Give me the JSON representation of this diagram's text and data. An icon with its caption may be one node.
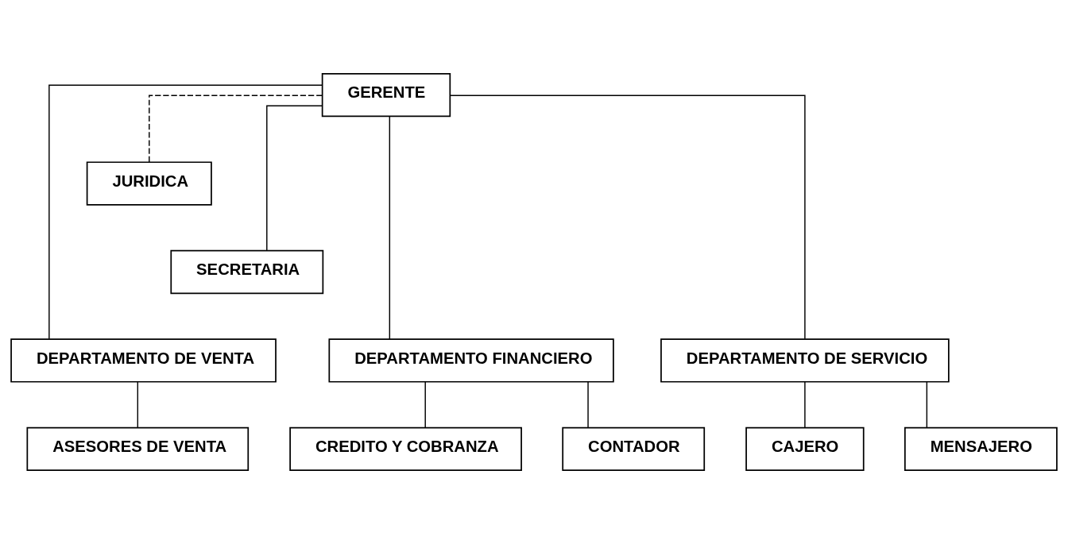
{
  "diagram": {
    "nodes": [
      {
        "text": [
          "GERENTE"
        ]
      },
      {
        "text": [
          "JURIDICA"
        ]
      },
      {
        "text": [
          "SECRETARIA"
        ]
      },
      {
        "text": [
          "DEPARTAMENTO DE VENTA"
        ]
      },
      {
        "text": [
          "DEPARTAMENTO FINANCIERO"
        ]
      },
      {
        "text": [
          "DEPARTAMENTO DE SERVICIO"
        ]
      },
      {
        "text": [
          "ASESORES DE VENTA"
        ]
      },
      {
        "text": [
          "CREDITO Y COBRANZA"
        ]
      },
      {
        "text": [
          "CONTADOR"
        ]
      },
      {
        "text": [
          "CAJERO"
        ]
      },
      {
        "text": [
          "MENSAJERO"
        ]
      }
    ],
    "edges": [
      {
        "from": 0,
        "to": 1,
        "arrow": "none",
        "style": "dashed"
      },
      {
        "from": 0,
        "to": 2,
        "arrow": "none"
      },
      {
        "from": 0,
        "to": 3,
        "arrow": "none"
      },
      {
        "from": 0,
        "to": 4,
        "arrow": "none"
      },
      {
        "from": 0,
        "to": 5,
        "arrow": "none"
      },
      {
        "from": 3,
        "to": 6,
        "arrow": "none"
      },
      {
        "from": 4,
        "to": 7,
        "arrow": "none"
      },
      {
        "from": 4,
        "to": 8,
        "arrow": "none"
      },
      {
        "from": 5,
        "to": 9,
        "arrow": "none"
      },
      {
        "from": 5,
        "to": 10,
        "arrow": "none"
      }
    ]
  }
}
